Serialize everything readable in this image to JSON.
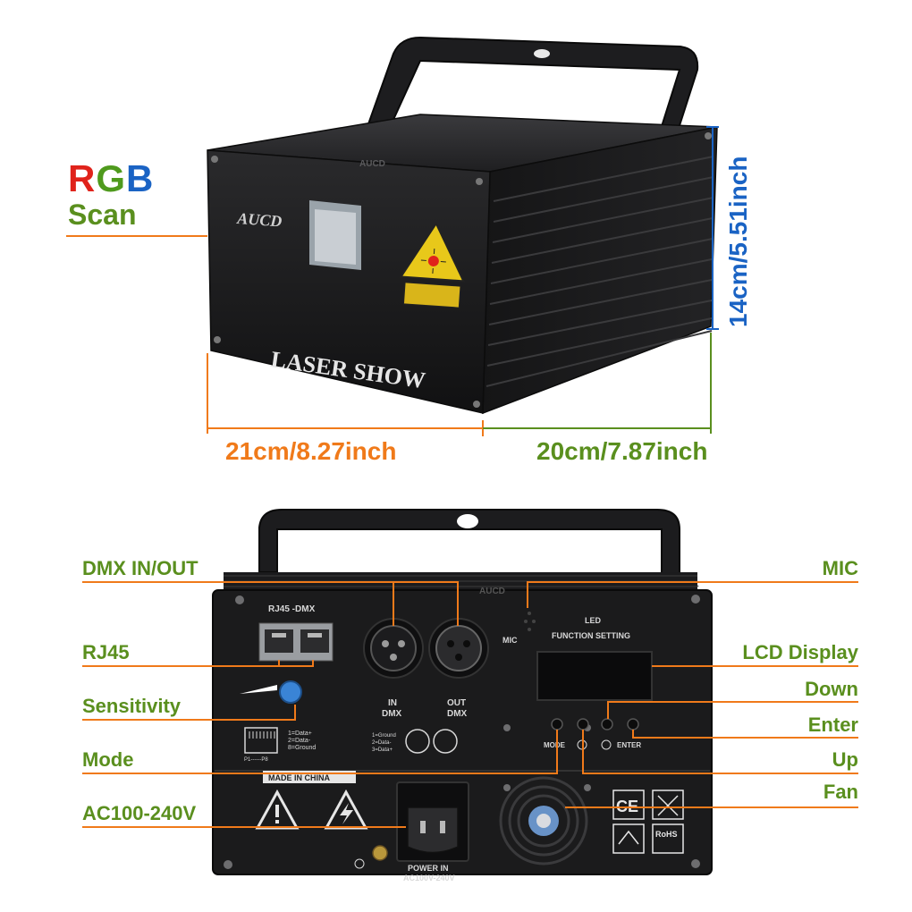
{
  "colors": {
    "orange": "#f07a1a",
    "green": "#5a8f1e",
    "blue": "#1a63c4",
    "red": "#e0231b",
    "device_black": "#1b1b1c"
  },
  "top_view": {
    "rgb_letters": {
      "r": "R",
      "g": "G",
      "b": "B"
    },
    "scan_label": "Scan",
    "brand_logo": "AUCD",
    "brand_small": "AUCD",
    "front_text": "LASER SHOW",
    "width_dimension": "21cm/8.27inch",
    "depth_dimension": "20cm/7.87inch",
    "height_dimension": "14cm/5.51inch",
    "warning_icon": "laser-warning-icon"
  },
  "rear_view": {
    "brand_small": "AUCD",
    "panel": {
      "rj45_header": "RJ45 -DMX",
      "in_label": "IN",
      "in_sub": "DMX",
      "out_label": "OUT",
      "out_sub": "DMX",
      "mic_label": "MIC",
      "led_title": "LED",
      "function_title": "FUNCTION SETTING",
      "rj45_pins": [
        "1=Data+",
        "2=Data-",
        "8=Ground"
      ],
      "rj45_range": "P1------P8",
      "xlr_pins": [
        "1=Ground",
        "2=Data-",
        "3=Data+"
      ],
      "button_labels": {
        "mode": "MODE",
        "enter": "ENTER"
      },
      "made_in": "MADE IN CHINA",
      "power_title": "POWER IN",
      "power_range": "AC100V-240V",
      "cert_ce": "CE",
      "cert_rohs": "RoHS"
    },
    "callouts_left": [
      {
        "id": "dmx",
        "text": "DMX IN/OUT"
      },
      {
        "id": "rj45",
        "text": "RJ45"
      },
      {
        "id": "sensitivity",
        "text": "Sensitivity"
      },
      {
        "id": "mode",
        "text": "Mode"
      },
      {
        "id": "ac",
        "text": "AC100-240V"
      }
    ],
    "callouts_right": [
      {
        "id": "mic",
        "text": "MIC"
      },
      {
        "id": "lcd",
        "text": "LCD Display"
      },
      {
        "id": "down",
        "text": "Down"
      },
      {
        "id": "enter",
        "text": "Enter"
      },
      {
        "id": "up",
        "text": "Up"
      },
      {
        "id": "fan",
        "text": "Fan"
      }
    ]
  }
}
